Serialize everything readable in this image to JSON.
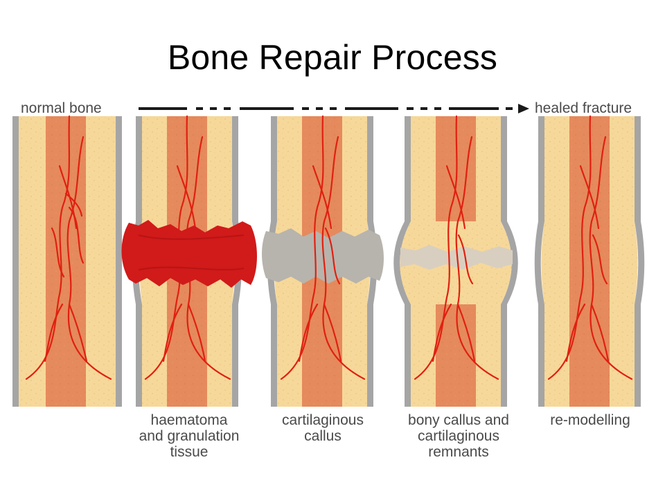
{
  "title": "Bone Repair Process",
  "timeline": {
    "start_label": "normal bone",
    "end_label": "healed fracture"
  },
  "stages": [
    {
      "name": "normal bone",
      "caption": []
    },
    {
      "name": "haematoma",
      "caption": [
        "haematoma",
        "and granulation",
        "tissue"
      ]
    },
    {
      "name": "cartilaginous",
      "caption": [
        "cartilaginous",
        "callus"
      ]
    },
    {
      "name": "bony",
      "caption": [
        "bony callus and",
        "cartilaginous",
        "remnants"
      ]
    },
    {
      "name": "remodelling",
      "caption": [
        "re-modelling"
      ]
    }
  ],
  "colors": {
    "compact_bone": "#f6d89a",
    "marrow": "#e58a5c",
    "periosteum": "#9a9a9a",
    "blood_vessel": "#e02010",
    "haematoma": "#d11a1a",
    "cartilage": "#b7b4ad",
    "bony_callus": "#d9cfc0",
    "text": "#4a4a4a"
  }
}
